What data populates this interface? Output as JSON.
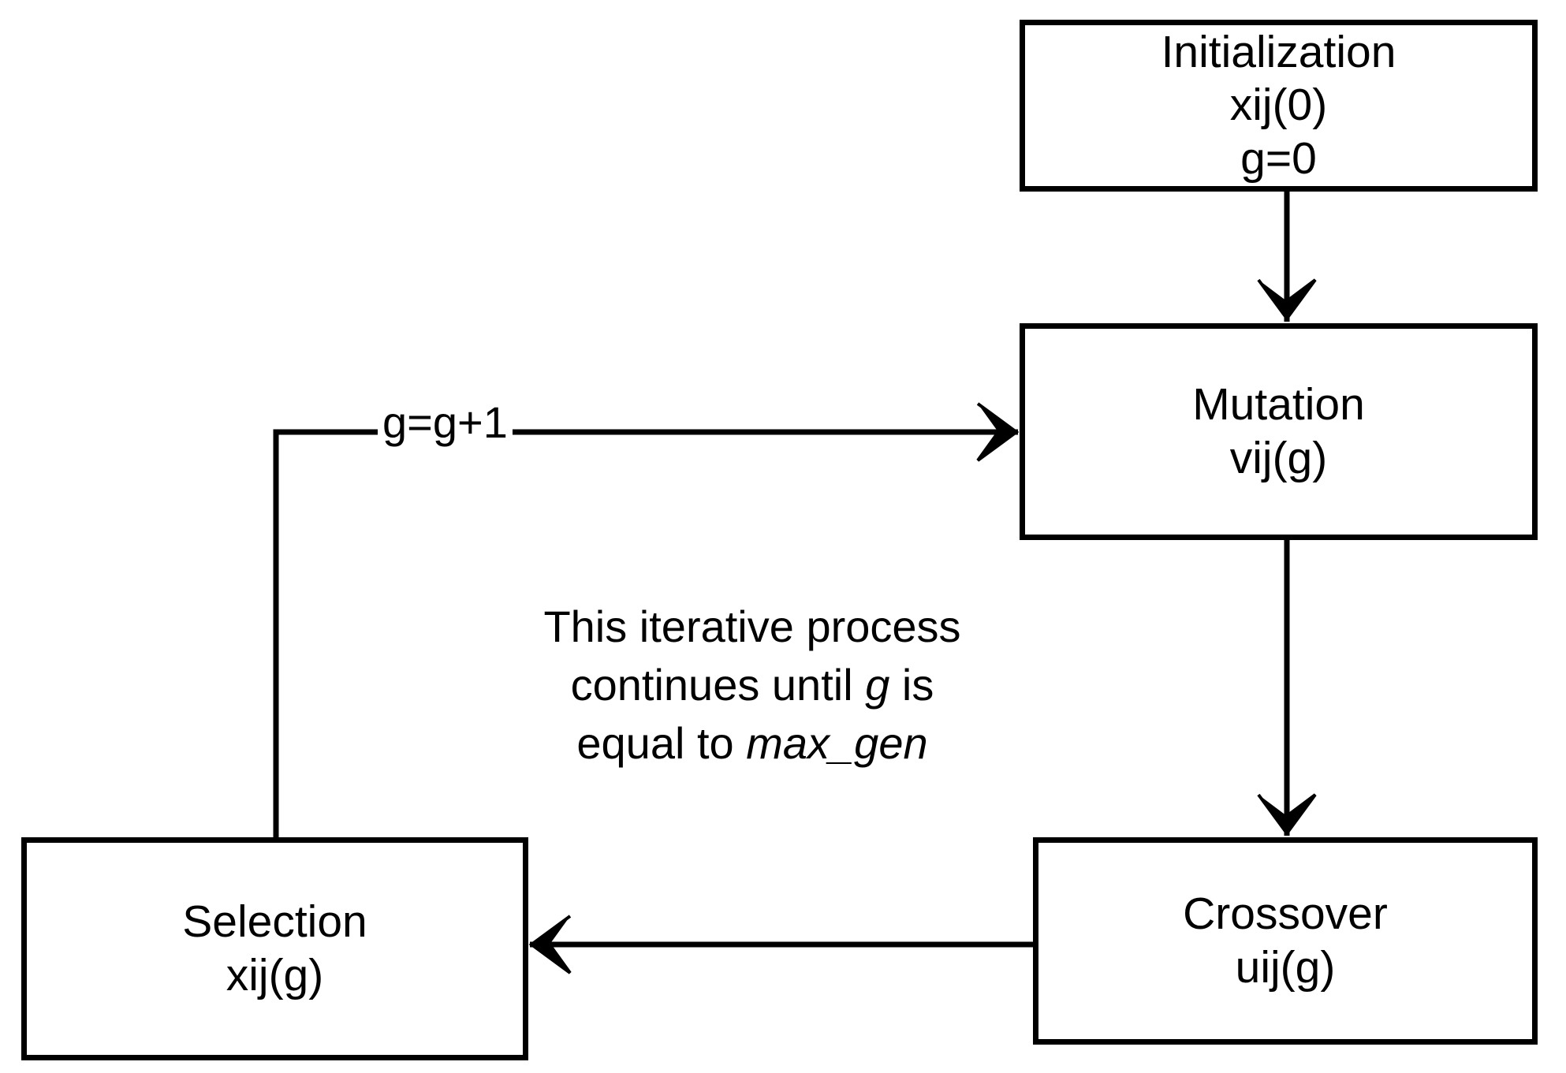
{
  "diagram": {
    "title": "Differential Evolution iterative process flowchart",
    "background_color": "#ffffff",
    "stroke_color": "#000000",
    "nodes": [
      {
        "id": "initialization",
        "lines": [
          "Initialization",
          "xij(0)",
          "g=0"
        ]
      },
      {
        "id": "mutation",
        "lines": [
          "Mutation",
          "vij(g)"
        ]
      },
      {
        "id": "crossover",
        "lines": [
          "Crossover",
          "uij(g)"
        ]
      },
      {
        "id": "selection",
        "lines": [
          "Selection",
          "xij(g)"
        ]
      }
    ],
    "edges": [
      {
        "id": "init-to-mutation",
        "label": "",
        "from": "initialization",
        "to": "mutation",
        "direction": "down"
      },
      {
        "id": "mutation-to-crossover",
        "label": "",
        "from": "mutation",
        "to": "crossover",
        "direction": "down"
      },
      {
        "id": "crossover-to-selection",
        "label": "",
        "from": "crossover",
        "to": "selection",
        "direction": "left"
      },
      {
        "id": "selection-to-mutation",
        "label": "g=g+1",
        "from": "selection",
        "to": "mutation",
        "direction": "up-right"
      }
    ],
    "annotation": {
      "line1_prefix": "This iterative process",
      "line2_prefix": "continues until ",
      "line2_italic": "g",
      "line2_suffix": " is",
      "line3_prefix": "equal to ",
      "line3_italic": "max_gen"
    }
  }
}
